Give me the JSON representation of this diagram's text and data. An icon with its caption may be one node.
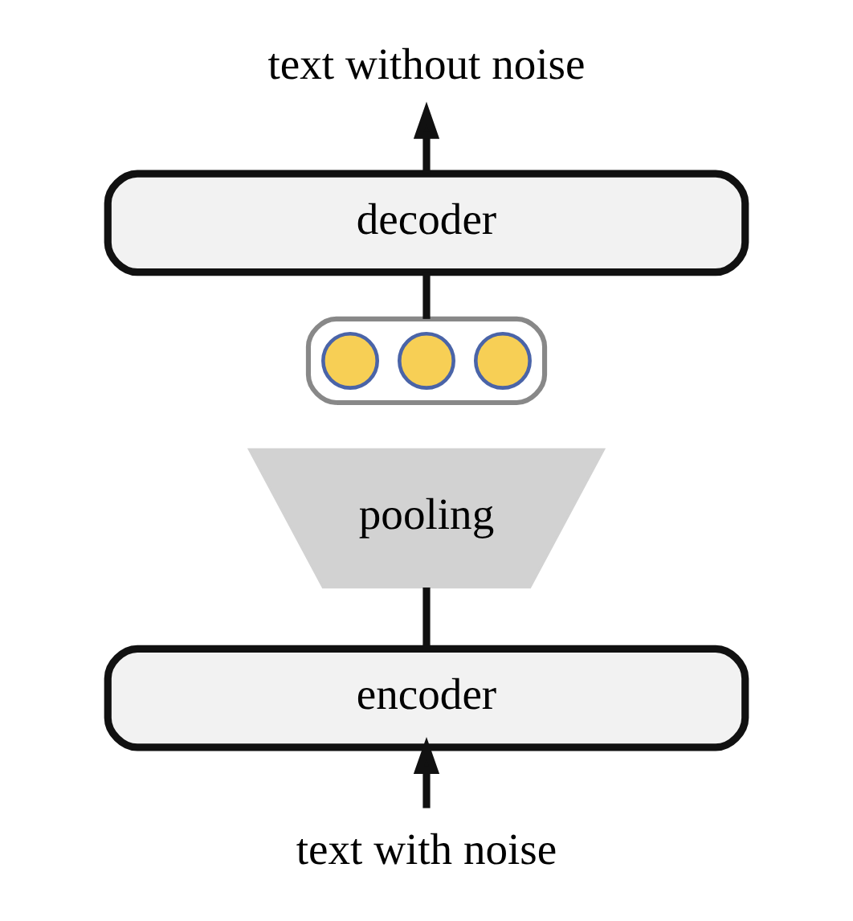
{
  "diagram": {
    "nodes": [
      {
        "text": [
          "text without noise"
        ]
      },
      {
        "text": [
          "decoder"
        ]
      },
      {
        "text": [],
        "shape": "box"
      },
      {
        "text": [],
        "shape": "circle",
        "in": 2
      },
      {
        "text": [],
        "shape": "circle",
        "in": 2
      },
      {
        "text": [],
        "shape": "circle",
        "in": 2
      },
      {
        "text": [
          "pooling"
        ]
      },
      {
        "text": [
          "encoder"
        ]
      },
      {
        "text": [
          "text with noise"
        ]
      }
    ],
    "edges": [
      {
        "from": 8,
        "to": 7,
        "arrow": "to"
      },
      {
        "from": 7,
        "to": 6,
        "arrow": "none"
      },
      {
        "from": 2,
        "to": 1,
        "arrow": "none"
      },
      {
        "from": 1,
        "to": 0,
        "arrow": "to"
      }
    ]
  }
}
